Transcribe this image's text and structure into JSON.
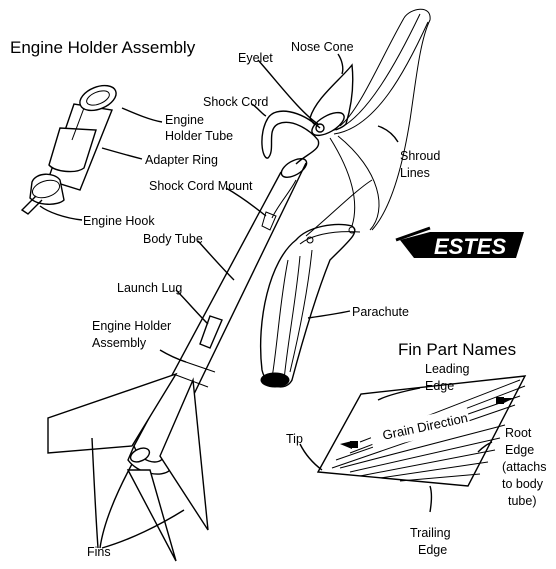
{
  "headings": {
    "engine_holder_assembly": "Engine Holder Assembly",
    "fin_part_names": "Fin Part Names"
  },
  "labels": {
    "eyelet": "Eyelet",
    "nose_cone": "Nose Cone",
    "shock_cord": "Shock Cord",
    "engine_holder_tube_1": "Engine",
    "engine_holder_tube_2": "Holder Tube",
    "shroud_lines_1": "Shroud",
    "shroud_lines_2": "Lines",
    "adapter_ring": "Adapter Ring",
    "shock_cord_mount": "Shock Cord Mount",
    "engine_hook": "Engine Hook",
    "body_tube": "Body Tube",
    "launch_lug": "Launch Lug",
    "parachute": "Parachute",
    "engine_holder_assembly_1": "Engine Holder",
    "engine_holder_assembly_2": "Assembly",
    "fins": "Fins",
    "leading_edge_1": "Leading",
    "leading_edge_2": "Edge",
    "grain_direction": "Grain Direction",
    "tip": "Tip",
    "root_edge_1": "Root",
    "root_edge_2": "Edge",
    "root_edge_3": "(attachs",
    "root_edge_4": "to body",
    "root_edge_5": "tube)",
    "trailing_edge_1": "Trailing",
    "trailing_edge_2": "Edge"
  },
  "logo": {
    "text": "ESTES"
  },
  "colors": {
    "ink": "#000000",
    "paper": "#ffffff"
  }
}
